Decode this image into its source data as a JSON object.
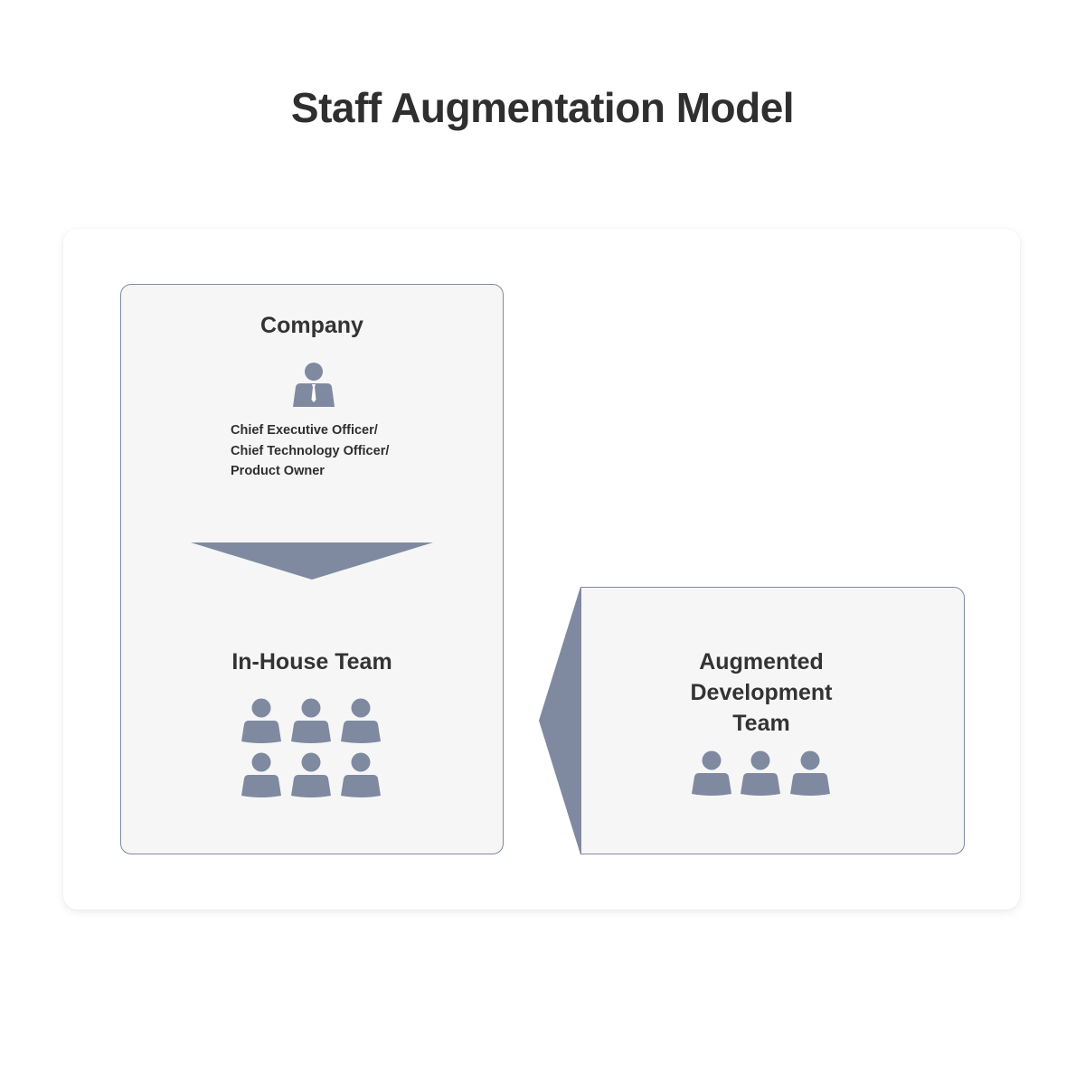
{
  "title": "Staff Augmentation Model",
  "company": {
    "title": "Company",
    "roles": [
      "Chief Executive Officer/",
      "Chief Technology Officer/",
      "Product Owner"
    ]
  },
  "in_house": {
    "title": "In-House Team",
    "member_count": 6
  },
  "augmented": {
    "title_lines": [
      "Augmented",
      "Development",
      "Team"
    ],
    "member_count": 3
  },
  "colors": {
    "icon": "#7f8aa1",
    "panel": "#f6f6f6",
    "border": "#7f8aa1",
    "text": "#333333"
  },
  "icons": {
    "executive": "executive-person-icon",
    "member": "person-icon",
    "arrow": "arrow-down-icon",
    "side_arrow": "arrow-left-icon"
  }
}
